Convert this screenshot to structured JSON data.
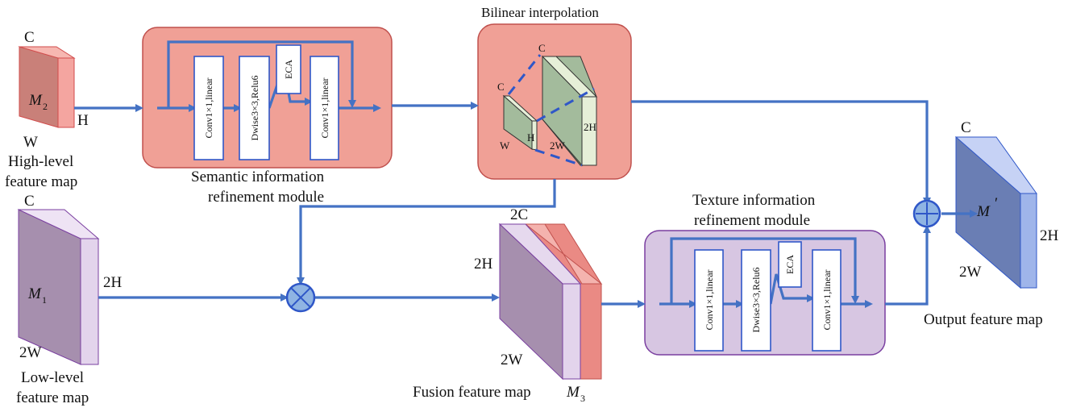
{
  "maps": {
    "high_level": {
      "name": "M",
      "sub": "2",
      "c": "C",
      "h": "H",
      "w": "W",
      "caption_line1": "High-level",
      "caption_line2": "feature map"
    },
    "low_level": {
      "name": "M",
      "sub": "1",
      "c": "C",
      "h": "2H",
      "w": "2W",
      "caption_line1": "Low-level",
      "caption_line2": "feature map"
    },
    "fusion": {
      "c": "2C",
      "h": "2H",
      "w": "2W",
      "caption": "Fusion feature map",
      "name": "M",
      "sub": "3"
    },
    "output": {
      "name": "M",
      "prime": "′",
      "c": "C",
      "h": "2H",
      "w": "2W",
      "caption": "Output feature map"
    }
  },
  "semantic_module": {
    "caption_line1": "Semantic information",
    "caption_line2": "refinement module",
    "blocks": [
      "Conv1×1,linear",
      "Dwise3×3,Relu6",
      "ECA",
      "Conv1×1,linear"
    ]
  },
  "texture_module": {
    "caption_line1": "Texture information",
    "caption_line2": "refinement module",
    "blocks": [
      "Conv1×1,linear",
      "Dwise3×3,Relu6",
      "ECA",
      "Conv1×1,linear"
    ]
  },
  "bilinear": {
    "title": "Bilinear interpolation",
    "small_c": "C",
    "small_h": "H",
    "small_w": "W",
    "big_c": "C",
    "big_h": "2H",
    "big_w": "2W"
  },
  "colors": {
    "flow": "#4472c4",
    "semantic_fill": "#f0a096",
    "texture_fill": "#d7c6e2",
    "high_map_front": "#c97e79",
    "high_map_side": "#f4a5a0",
    "low_map_front": "#a68fae",
    "low_map_side": "#e3d4ec",
    "output_front": "#6a7eb4",
    "output_side": "#9fb5ea",
    "fusion_red": "#ea8a84"
  }
}
